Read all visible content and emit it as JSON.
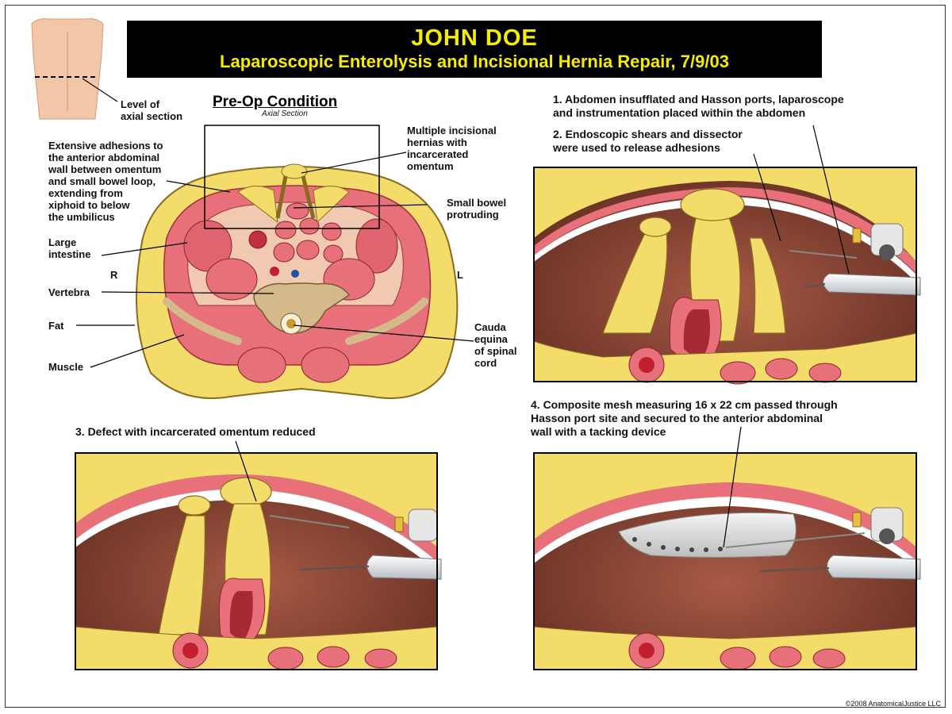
{
  "title": {
    "name": "JOHN DOE",
    "procedure": "Laparoscopic Enterolysis and Incisional Hernia Repair, 7/9/03"
  },
  "torso": {
    "label": "Level of\naxial section"
  },
  "preop": {
    "heading": "Pre-Op Condition",
    "subheading": "Axial Section",
    "labels": {
      "adhesions": "Extensive adhesions to\nthe anterior abdominal\nwall between omentum\nand small bowel loop,\nextending from\nxiphoid to below\nthe umbilicus",
      "hernias": "Multiple incisional\nhernias with\nincarcerated\nomentum",
      "small_bowel": "Small bowel\nprotruding",
      "large_intestine": "Large\nintestine",
      "right": "R",
      "left": "L",
      "vertebra": "Vertebra",
      "fat": "Fat",
      "cauda": "Cauda\nequina\nof spinal\ncord",
      "muscle": "Muscle"
    }
  },
  "steps": {
    "s1": "1. Abdomen insufflated and Hasson ports, laparoscope\nand instrumentation placed within the abdomen",
    "s2": "2. Endoscopic shears and dissector\nwere used to release adhesions",
    "s3": "3. Defect with incarcerated omentum reduced",
    "s4": "4. Composite mesh measuring 16 x 22 cm passed through\nHasson port site and secured to the anterior abdominal\nwall with a tacking device"
  },
  "copyright": "©2008 AnatomicalJustice LLC",
  "colors": {
    "title_bg": "#000000",
    "title_text": "#f5ec00",
    "fat": "#f3dc6a",
    "muscle": "#e8707a",
    "cavity": "#7a3a2a",
    "bone": "#d4b98a"
  }
}
